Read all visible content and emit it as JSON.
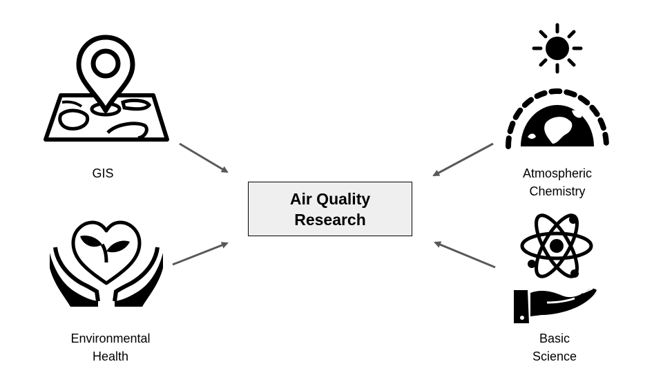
{
  "center": {
    "text": "Air Quality\nResearch"
  },
  "nodes": {
    "gis": {
      "label": "GIS",
      "icon": "map-pin-icon"
    },
    "environmental_health": {
      "label": "Environmental\nHealth",
      "icon": "hands-heart-leaf-icon"
    },
    "atmospheric_chemistry": {
      "label": "Atmospheric\nChemistry",
      "icon": "sun-earth-atmosphere-icon"
    },
    "basic_science": {
      "label": "Basic\nScience",
      "icon": "atom-hand-icon"
    }
  },
  "colors": {
    "arrow": "#595959",
    "box_fill": "#efefef",
    "icon": "#000000"
  }
}
